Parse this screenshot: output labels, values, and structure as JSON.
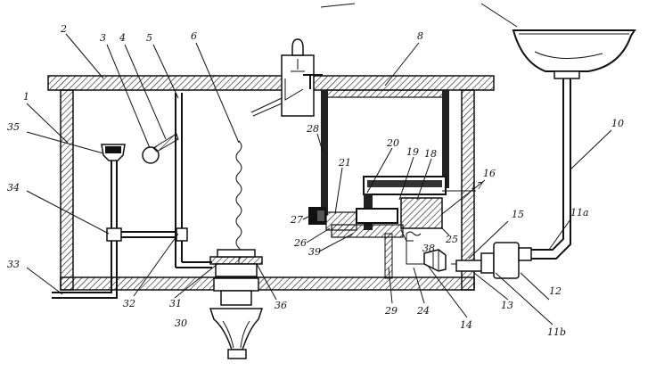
{
  "labels": {
    "l1": "1",
    "l2": "2",
    "l3": "3",
    "l4": "4",
    "l5": "5",
    "l6": "6",
    "l8": "8",
    "l10": "10",
    "l11a": "11a",
    "l11b": "11b",
    "l12": "12",
    "l13": "13",
    "l14": "14",
    "l15": "15",
    "l16": "16",
    "l17": "17",
    "l18": "18",
    "l19": "19",
    "l20": "20",
    "l21": "21",
    "l24": "24",
    "l25": "25",
    "l26": "26",
    "l27": "27",
    "l28": "28",
    "l29": "29",
    "l30": "30",
    "l31": "31",
    "l32": "32",
    "l33": "33",
    "l34": "34",
    "l35": "35",
    "l36": "36",
    "l38": "38",
    "l39": "39"
  }
}
